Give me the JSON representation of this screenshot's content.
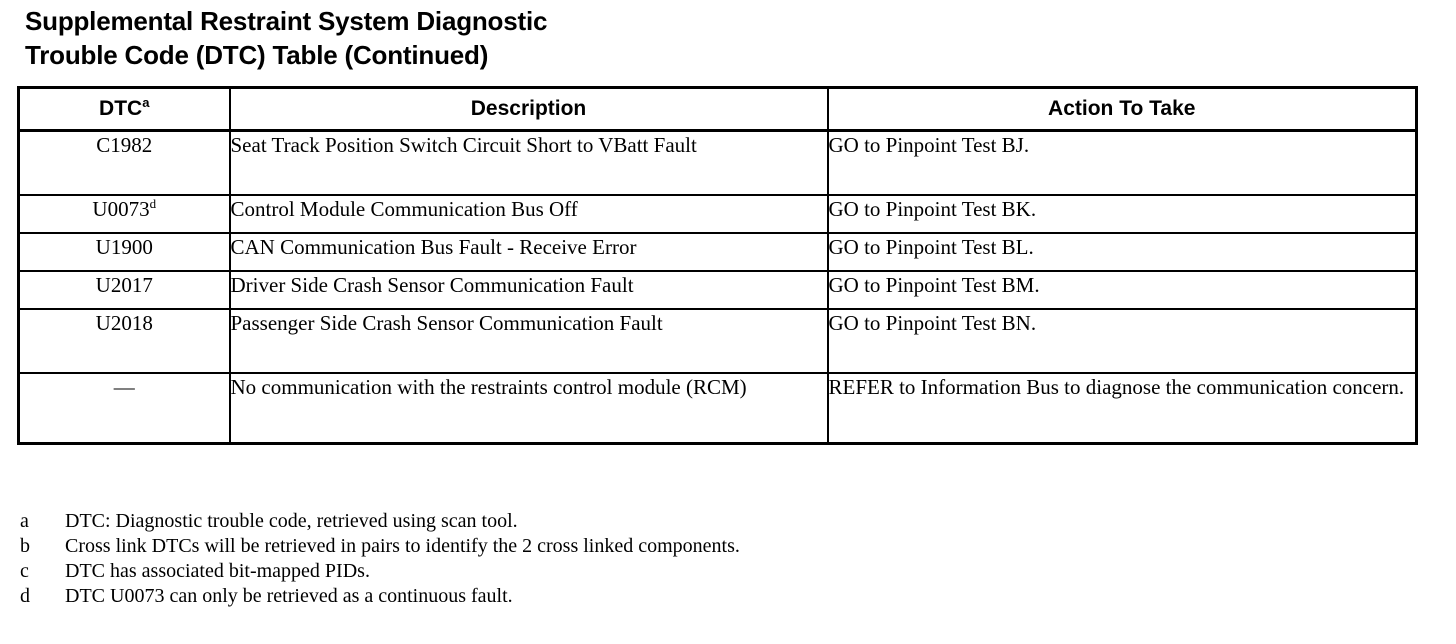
{
  "document": {
    "title": "Supplemental Restraint System Diagnostic\nTrouble Code (DTC) Table (Continued)"
  },
  "table": {
    "headers": {
      "dtc": "DTC",
      "dtc_superscript": "a",
      "description": "Description",
      "action": "Action To Take"
    },
    "rows": [
      {
        "dtc": "C1982",
        "dtc_superscript": "",
        "description": "Seat Track Position Switch Circuit Short to VBatt Fault",
        "action": "GO to Pinpoint Test BJ."
      },
      {
        "dtc": "U0073",
        "dtc_superscript": "d",
        "description": "Control Module Communication Bus Off",
        "action": "GO to Pinpoint Test BK."
      },
      {
        "dtc": "U1900",
        "dtc_superscript": "",
        "description": "CAN Communication Bus Fault - Receive Error",
        "action": "GO to Pinpoint Test BL."
      },
      {
        "dtc": "U2017",
        "dtc_superscript": "",
        "description": "Driver Side Crash Sensor Communication Fault",
        "action": "GO to Pinpoint Test BM."
      },
      {
        "dtc": "U2018",
        "dtc_superscript": "",
        "description": "Passenger Side Crash Sensor Communication Fault",
        "action": "GO to Pinpoint Test BN."
      },
      {
        "dtc": "—",
        "dtc_superscript": "",
        "description": "No communication with the restraints control module (RCM)",
        "action": "REFER to Information Bus to diagnose the communication concern."
      }
    ]
  },
  "footnotes": [
    {
      "marker": "a",
      "text": "DTC: Diagnostic trouble code, retrieved using scan tool."
    },
    {
      "marker": "b",
      "text": "Cross link DTCs will be retrieved in pairs to identify the 2 cross linked components."
    },
    {
      "marker": "c",
      "text": "DTC has associated bit-mapped PIDs."
    },
    {
      "marker": "d",
      "text": "DTC U0073 can only be retrieved as a continuous fault."
    }
  ]
}
